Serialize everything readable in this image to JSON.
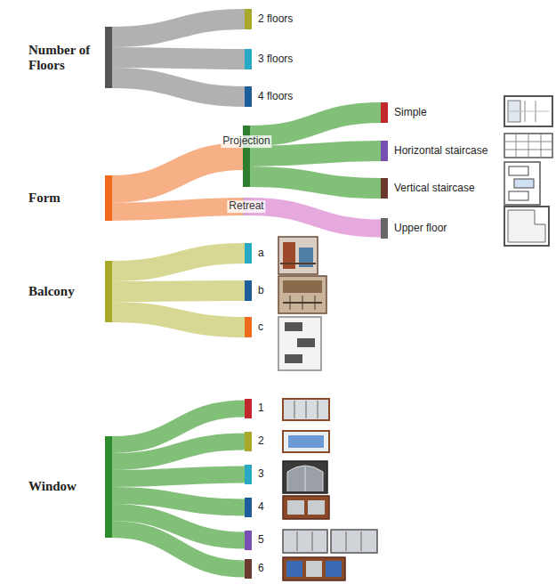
{
  "diagram": {
    "nodes": [
      {
        "text": [
          "Number of Floors"
        ]
      },
      {
        "text": [
          "2 floors"
        ]
      },
      {
        "text": [
          "3 floors"
        ]
      },
      {
        "text": [
          "4 floors"
        ]
      },
      {
        "text": [
          "Form"
        ]
      },
      {
        "text": [
          "Projection"
        ]
      },
      {
        "text": [
          "Retreat"
        ]
      },
      {
        "text": [
          "Simple"
        ]
      },
      {
        "text": [
          "Horizontal staircase"
        ]
      },
      {
        "text": [
          "Vertical staircase"
        ]
      },
      {
        "text": [
          "Upper floor"
        ]
      },
      {
        "text": [
          "Balcony"
        ]
      },
      {
        "text": [
          "a"
        ]
      },
      {
        "text": [
          "b"
        ]
      },
      {
        "text": [
          "c"
        ]
      },
      {
        "text": [
          "Window"
        ]
      },
      {
        "text": [
          "1"
        ]
      },
      {
        "text": [
          "2"
        ]
      },
      {
        "text": [
          "3"
        ]
      },
      {
        "text": [
          "4"
        ]
      },
      {
        "text": [
          "5"
        ]
      },
      {
        "text": [
          "6"
        ]
      }
    ],
    "edges": [
      {
        "from": 0,
        "to": 1,
        "arrow": "none"
      },
      {
        "from": 0,
        "to": 2,
        "arrow": "none"
      },
      {
        "from": 0,
        "to": 3,
        "arrow": "none"
      },
      {
        "from": 4,
        "to": 5,
        "arrow": "none"
      },
      {
        "from": 4,
        "to": 6,
        "arrow": "none"
      },
      {
        "from": 5,
        "to": 7,
        "arrow": "none"
      },
      {
        "from": 5,
        "to": 8,
        "arrow": "none"
      },
      {
        "from": 5,
        "to": 9,
        "arrow": "none"
      },
      {
        "from": 6,
        "to": 10,
        "arrow": "none"
      },
      {
        "from": 11,
        "to": 12,
        "arrow": "none"
      },
      {
        "from": 11,
        "to": 13,
        "arrow": "none"
      },
      {
        "from": 11,
        "to": 14,
        "arrow": "none"
      },
      {
        "from": 15,
        "to": 16,
        "arrow": "none"
      },
      {
        "from": 15,
        "to": 17,
        "arrow": "none"
      },
      {
        "from": 15,
        "to": 18,
        "arrow": "none"
      },
      {
        "from": 15,
        "to": 19,
        "arrow": "none"
      },
      {
        "from": 15,
        "to": 20,
        "arrow": "none"
      },
      {
        "from": 15,
        "to": 21,
        "arrow": "none"
      }
    ]
  }
}
